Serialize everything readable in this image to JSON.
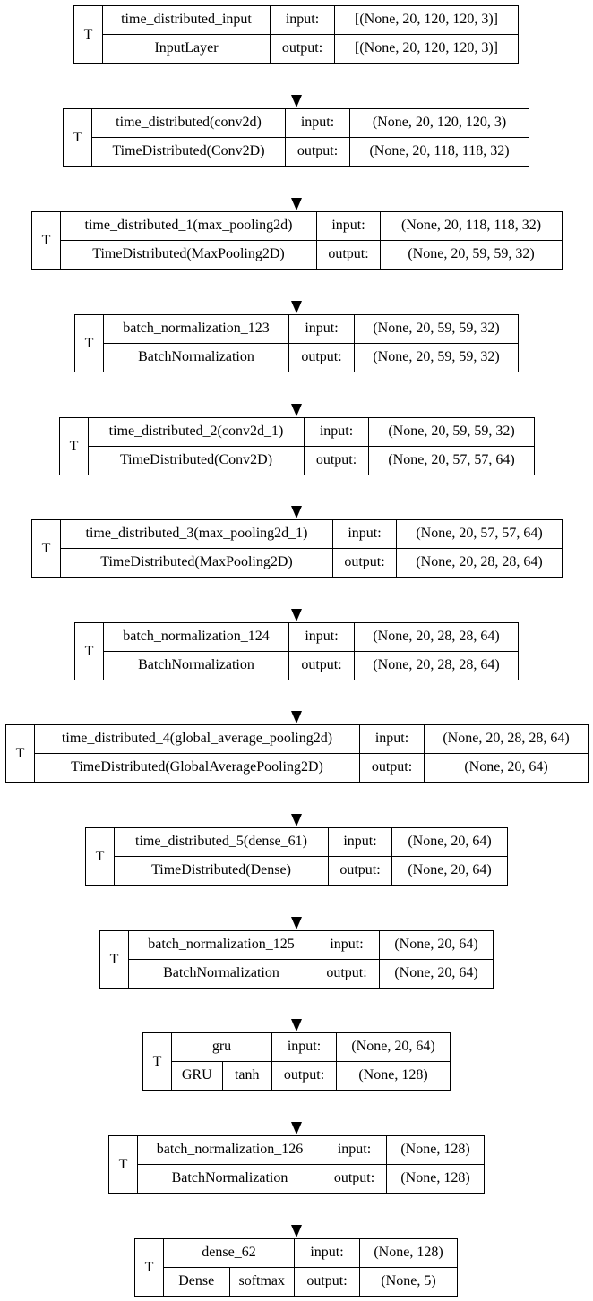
{
  "layers": [
    {
      "type_marker": "T",
      "name": "time_distributed_input",
      "class_name": "InputLayer",
      "input_label": "input:",
      "output_label": "output:",
      "input_shape": "[(None, 20, 120, 120, 3)]",
      "output_shape": "[(None, 20, 120, 120, 3)]"
    },
    {
      "type_marker": "T",
      "name": "time_distributed(conv2d)",
      "class_name": "TimeDistributed(Conv2D)",
      "input_label": "input:",
      "output_label": "output:",
      "input_shape": "(None, 20, 120, 120, 3)",
      "output_shape": "(None, 20, 118, 118, 32)"
    },
    {
      "type_marker": "T",
      "name": "time_distributed_1(max_pooling2d)",
      "class_name": "TimeDistributed(MaxPooling2D)",
      "input_label": "input:",
      "output_label": "output:",
      "input_shape": "(None, 20, 118, 118, 32)",
      "output_shape": "(None, 20, 59, 59, 32)"
    },
    {
      "type_marker": "T",
      "name": "batch_normalization_123",
      "class_name": "BatchNormalization",
      "input_label": "input:",
      "output_label": "output:",
      "input_shape": "(None, 20, 59, 59, 32)",
      "output_shape": "(None, 20, 59, 59, 32)"
    },
    {
      "type_marker": "T",
      "name": "time_distributed_2(conv2d_1)",
      "class_name": "TimeDistributed(Conv2D)",
      "input_label": "input:",
      "output_label": "output:",
      "input_shape": "(None, 20, 59, 59, 32)",
      "output_shape": "(None, 20, 57, 57, 64)"
    },
    {
      "type_marker": "T",
      "name": "time_distributed_3(max_pooling2d_1)",
      "class_name": "TimeDistributed(MaxPooling2D)",
      "input_label": "input:",
      "output_label": "output:",
      "input_shape": "(None, 20, 57, 57, 64)",
      "output_shape": "(None, 20, 28, 28, 64)"
    },
    {
      "type_marker": "T",
      "name": "batch_normalization_124",
      "class_name": "BatchNormalization",
      "input_label": "input:",
      "output_label": "output:",
      "input_shape": "(None, 20, 28, 28, 64)",
      "output_shape": "(None, 20, 28, 28, 64)"
    },
    {
      "type_marker": "T",
      "name": "time_distributed_4(global_average_pooling2d)",
      "class_name": "TimeDistributed(GlobalAveragePooling2D)",
      "input_label": "input:",
      "output_label": "output:",
      "input_shape": "(None, 20, 28, 28, 64)",
      "output_shape": "(None, 20, 64)"
    },
    {
      "type_marker": "T",
      "name": "time_distributed_5(dense_61)",
      "class_name": "TimeDistributed(Dense)",
      "input_label": "input:",
      "output_label": "output:",
      "input_shape": "(None, 20, 64)",
      "output_shape": "(None, 20, 64)"
    },
    {
      "type_marker": "T",
      "name": "batch_normalization_125",
      "class_name": "BatchNormalization",
      "input_label": "input:",
      "output_label": "output:",
      "input_shape": "(None, 20, 64)",
      "output_shape": "(None, 20, 64)"
    },
    {
      "type_marker": "T",
      "name": "gru",
      "class_name": "GRU",
      "activation": "tanh",
      "input_label": "input:",
      "output_label": "output:",
      "input_shape": "(None, 20, 64)",
      "output_shape": "(None, 128)"
    },
    {
      "type_marker": "T",
      "name": "batch_normalization_126",
      "class_name": "BatchNormalization",
      "input_label": "input:",
      "output_label": "output:",
      "input_shape": "(None, 128)",
      "output_shape": "(None, 128)"
    },
    {
      "type_marker": "T",
      "name": "dense_62",
      "class_name": "Dense",
      "activation": "softmax",
      "input_label": "input:",
      "output_label": "output:",
      "input_shape": "(None, 128)",
      "output_shape": "(None, 5)"
    }
  ]
}
